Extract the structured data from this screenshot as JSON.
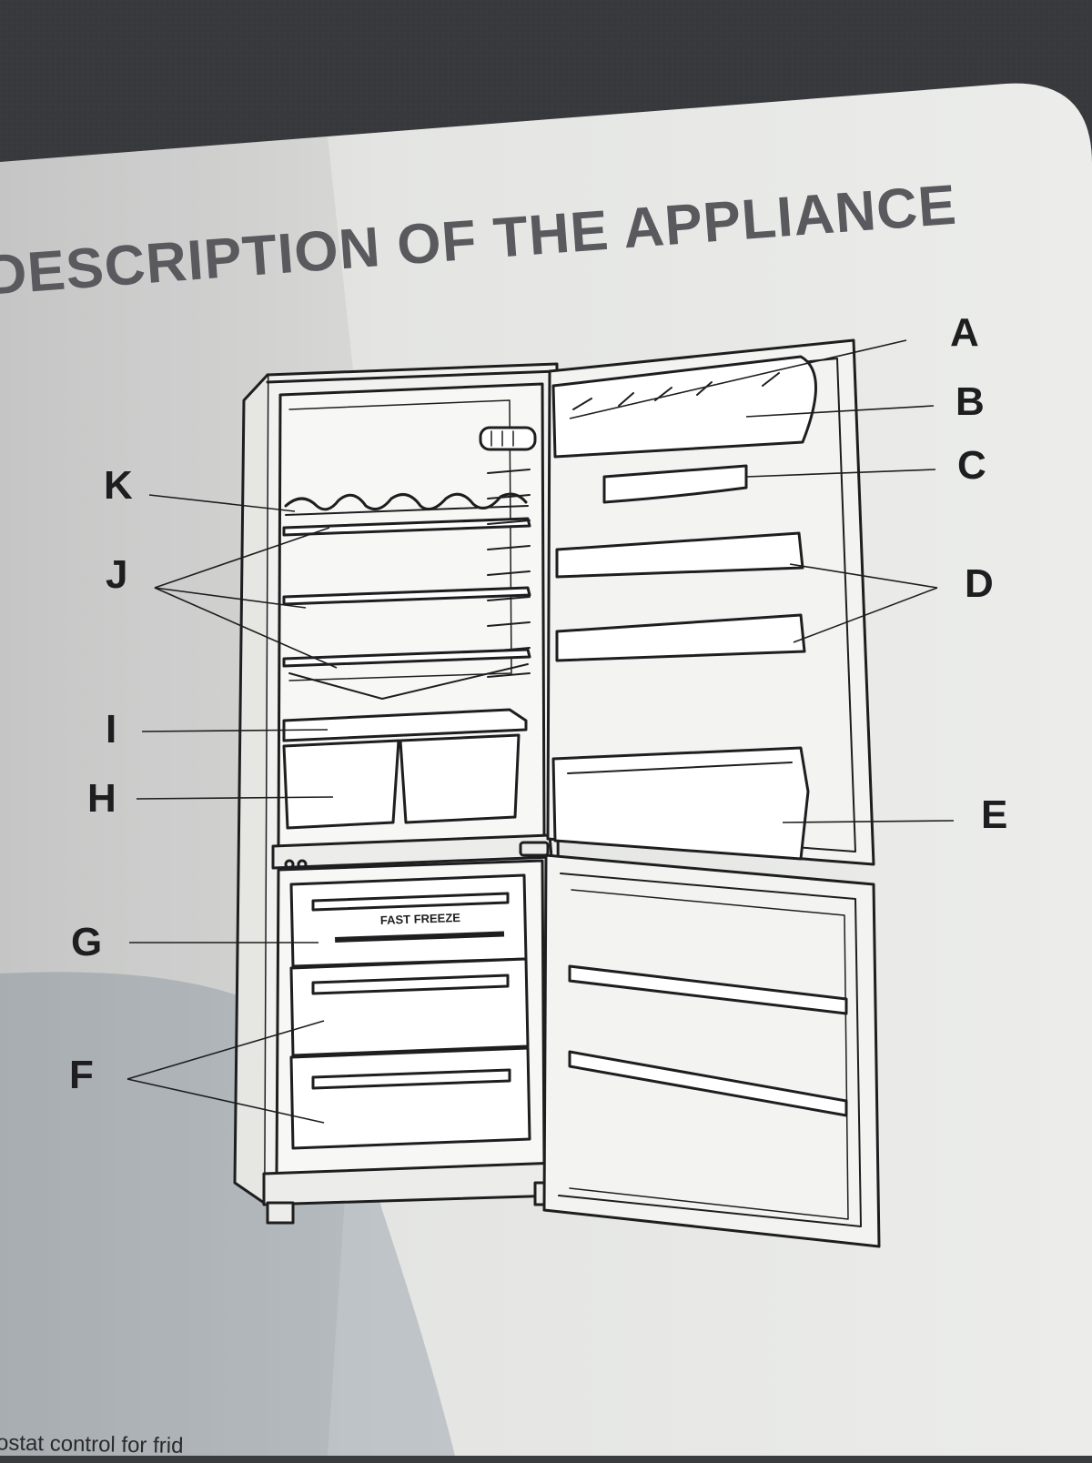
{
  "page": {
    "title": "DESCRIPTION OF THE APPLIANCE",
    "footer_fragment": "ostat control for frid"
  },
  "diagram": {
    "freezer_drawer_label": "FAST FREEZE",
    "callouts": [
      "A",
      "B",
      "C",
      "D",
      "E",
      "F",
      "G",
      "H",
      "I",
      "J",
      "K"
    ]
  },
  "colors": {
    "paper": "#e7e8e5",
    "background": "#3a3b3e",
    "ink": "#1e1e20",
    "title": "#5a5a5e"
  }
}
